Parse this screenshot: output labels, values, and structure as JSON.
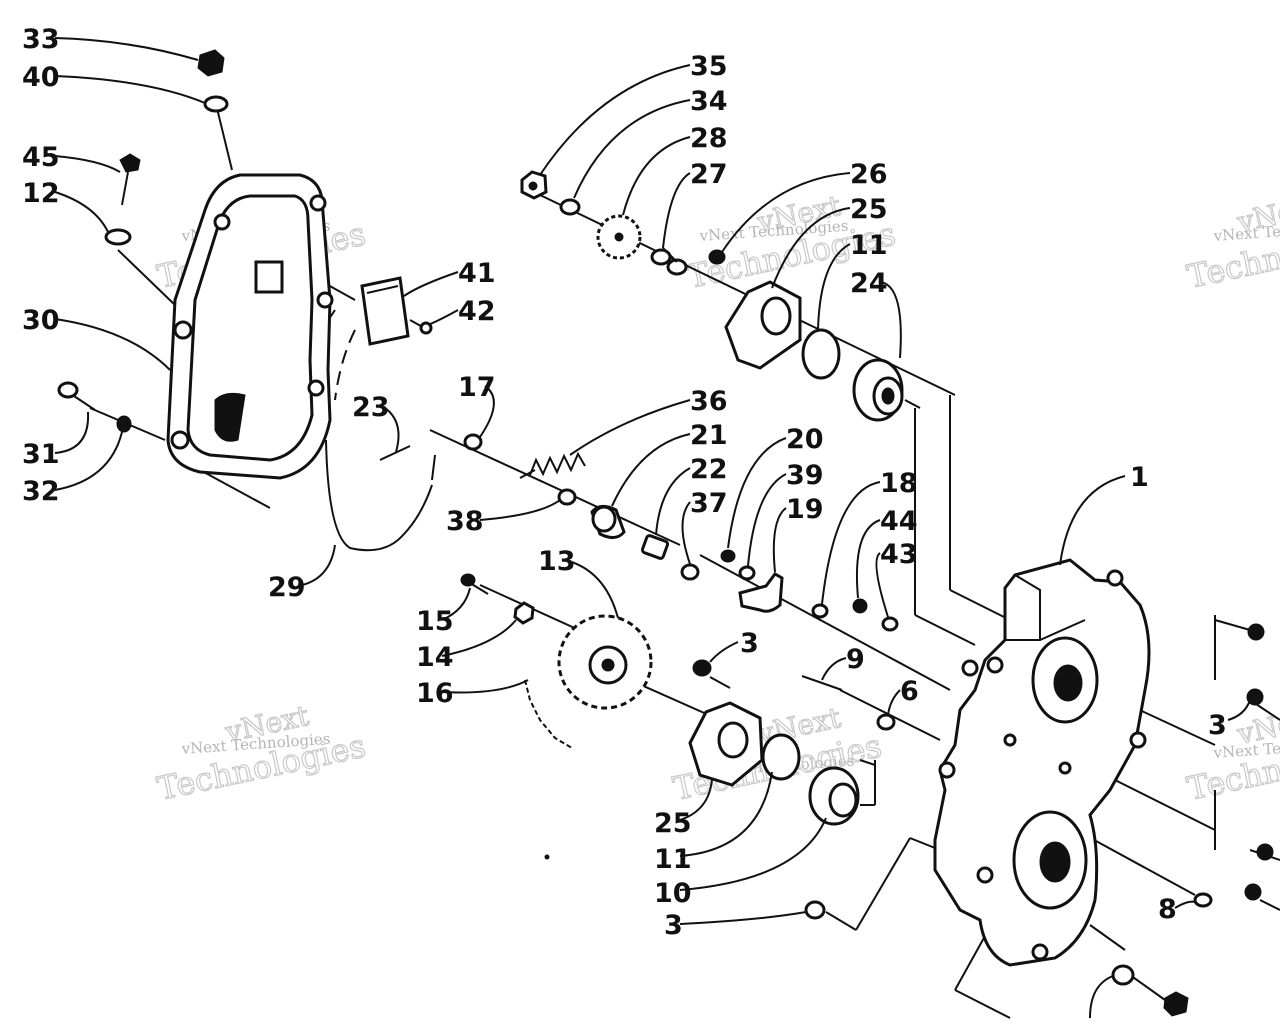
{
  "watermark": {
    "line1": "vNext",
    "line2": "Technologies",
    "small": "vNext Technologies"
  },
  "callouts": [
    {
      "id": "c33",
      "label": "33"
    },
    {
      "id": "c40",
      "label": "40"
    },
    {
      "id": "c45",
      "label": "45"
    },
    {
      "id": "c12",
      "label": "12"
    },
    {
      "id": "c30",
      "label": "30"
    },
    {
      "id": "c31",
      "label": "31"
    },
    {
      "id": "c32",
      "label": "32"
    },
    {
      "id": "c35",
      "label": "35"
    },
    {
      "id": "c34",
      "label": "34"
    },
    {
      "id": "c28",
      "label": "28"
    },
    {
      "id": "c27",
      "label": "27"
    },
    {
      "id": "c26",
      "label": "26"
    },
    {
      "id": "c25a",
      "label": "25"
    },
    {
      "id": "c11a",
      "label": "11"
    },
    {
      "id": "c24",
      "label": "24"
    },
    {
      "id": "c41",
      "label": "41"
    },
    {
      "id": "c42",
      "label": "42"
    },
    {
      "id": "c23",
      "label": "23"
    },
    {
      "id": "c17",
      "label": "17"
    },
    {
      "id": "c36",
      "label": "36"
    },
    {
      "id": "c21",
      "label": "21"
    },
    {
      "id": "c22",
      "label": "22"
    },
    {
      "id": "c37",
      "label": "37"
    },
    {
      "id": "c20",
      "label": "20"
    },
    {
      "id": "c39",
      "label": "39"
    },
    {
      "id": "c19",
      "label": "19"
    },
    {
      "id": "c18",
      "label": "18"
    },
    {
      "id": "c44",
      "label": "44"
    },
    {
      "id": "c43",
      "label": "43"
    },
    {
      "id": "c38",
      "label": "38"
    },
    {
      "id": "c1",
      "label": "1"
    },
    {
      "id": "c29",
      "label": "29"
    },
    {
      "id": "c13",
      "label": "13"
    },
    {
      "id": "c15",
      "label": "15"
    },
    {
      "id": "c14",
      "label": "14"
    },
    {
      "id": "c16",
      "label": "16"
    },
    {
      "id": "c3a",
      "label": "3"
    },
    {
      "id": "c9",
      "label": "9"
    },
    {
      "id": "c6",
      "label": "6"
    },
    {
      "id": "c3b",
      "label": "3"
    },
    {
      "id": "c25b",
      "label": "25"
    },
    {
      "id": "c11b",
      "label": "11"
    },
    {
      "id": "c10",
      "label": "10"
    },
    {
      "id": "c3c",
      "label": "3"
    },
    {
      "id": "c8",
      "label": "8"
    }
  ]
}
